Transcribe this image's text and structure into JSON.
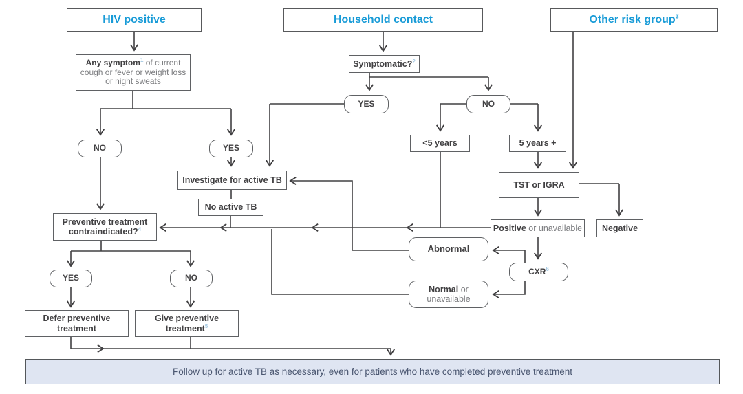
{
  "colors": {
    "accent_blue": "#189bd7",
    "text_dark": "#414042",
    "text_gray": "#7b7c7f",
    "superscript_blue": "#a5c9e2",
    "line": "#414042",
    "footer_fill": "#dfe5f2",
    "footer_border": "#54575a",
    "footer_text": "#4a5670"
  },
  "headers": {
    "hiv": {
      "label": "HIV positive"
    },
    "household": {
      "label": "Household contact"
    },
    "other_risk": {
      "label": "Other risk group",
      "sup": "3"
    }
  },
  "nodes": {
    "any_symptom": {
      "bold": "Any symptom",
      "sup": "1",
      "rest": " of current cough or fever or weight loss or night sweats"
    },
    "symptomatic": {
      "label": "Symptomatic?",
      "sup": "2"
    },
    "no_left": {
      "label": "NO"
    },
    "yes_left": {
      "label": "YES"
    },
    "yes_mid": {
      "label": "YES"
    },
    "no_mid": {
      "label": "NO"
    },
    "under5": {
      "label": "<5 years"
    },
    "over5": {
      "label": "5 years +"
    },
    "investigate": {
      "label": "Investigate for active TB"
    },
    "no_active_tb": {
      "label": "No active TB"
    },
    "tst_igra": {
      "label": "TST or IGRA"
    },
    "positive": {
      "bold": "Positive",
      "rest": " or unavailable"
    },
    "negative": {
      "label": "Negative"
    },
    "contraindicated": {
      "label": "Preventive treatment contraindicated?",
      "sup": "4"
    },
    "abnormal": {
      "label": "Abnormal"
    },
    "cxr": {
      "label": "CXR",
      "sup": "6"
    },
    "normal": {
      "bold": "Normal",
      "rest": " or unavailable"
    },
    "yes_bottom": {
      "label": "YES"
    },
    "no_bottom": {
      "label": "NO"
    },
    "defer": {
      "label": "Defer preventive treatment"
    },
    "give": {
      "label": "Give preventive treatment",
      "sup": "5"
    }
  },
  "footer": {
    "text": "Follow up for active TB as necessary, even for patients who have completed preventive treatment"
  }
}
